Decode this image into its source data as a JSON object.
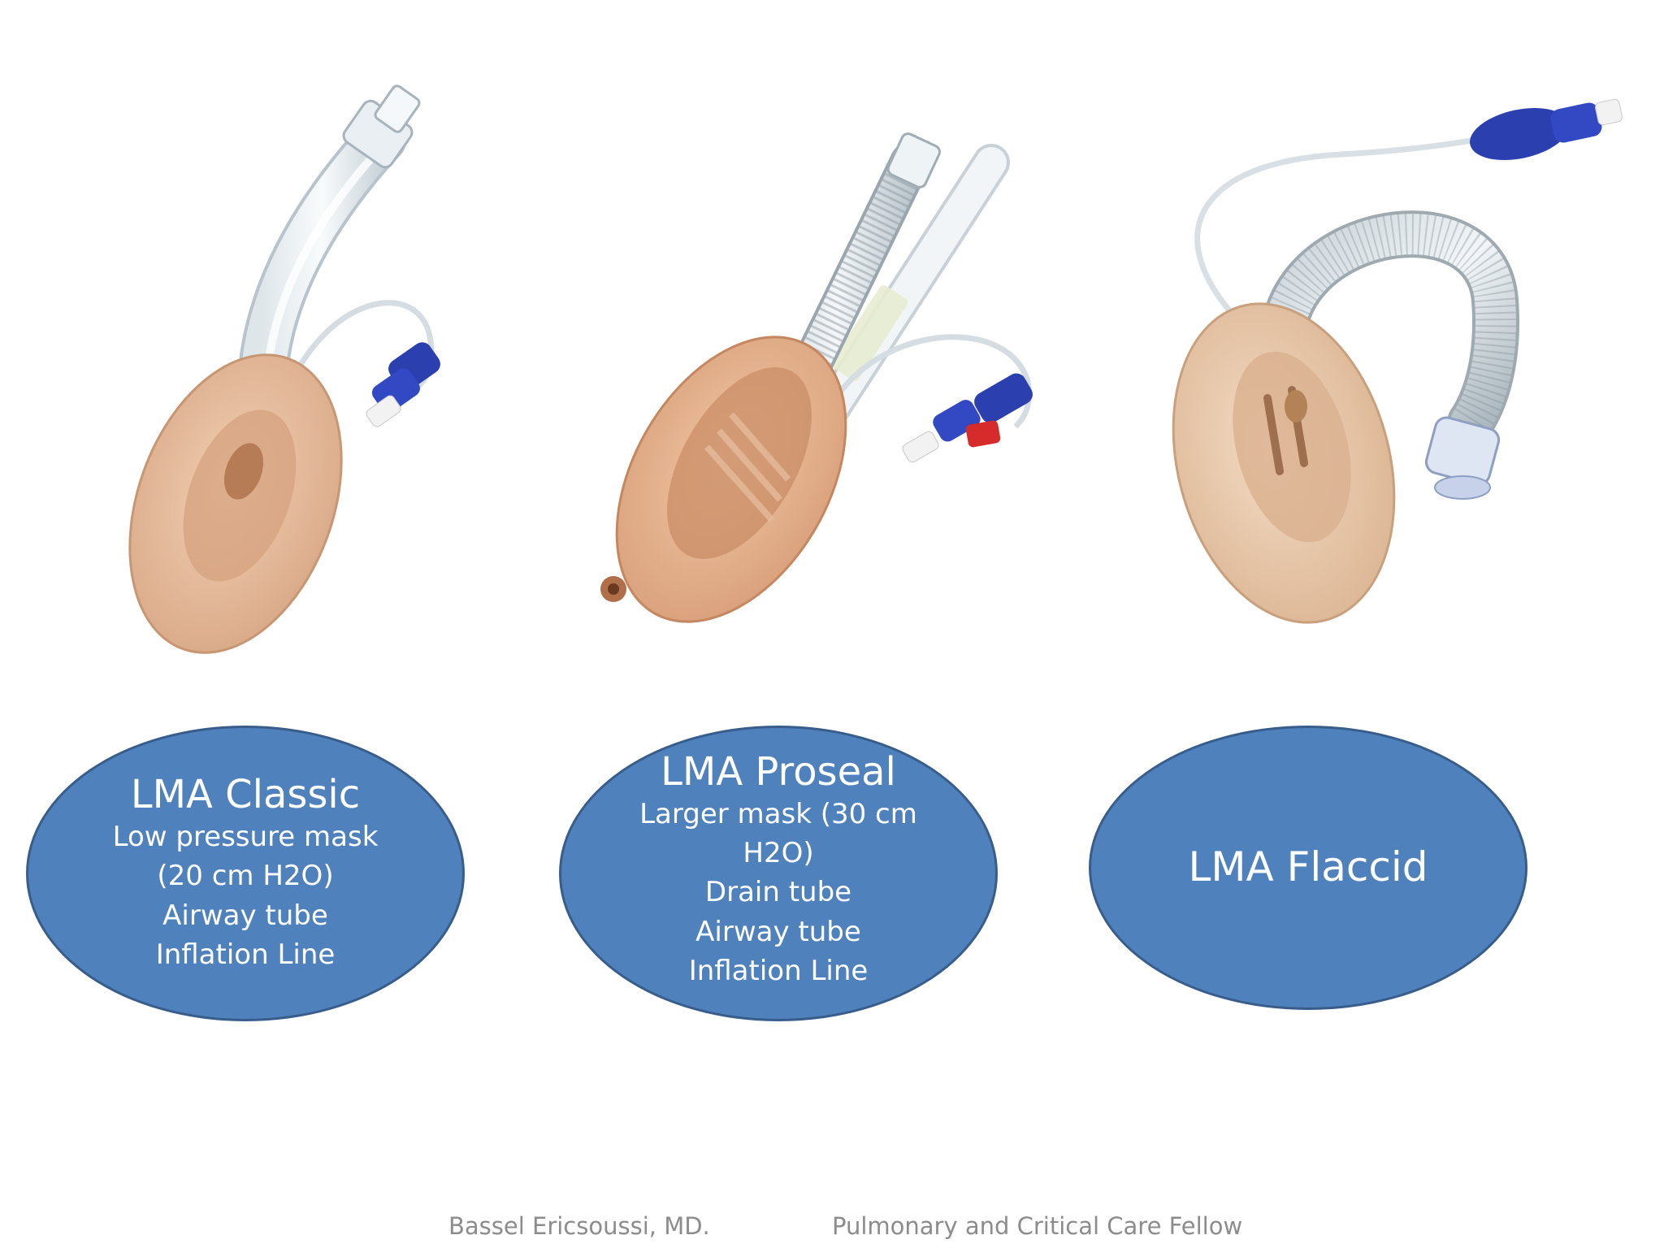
{
  "devices": [
    {
      "title": "LMA Classic",
      "lines": [
        "Low pressure mask",
        "(20 cm H2O)",
        "Airway tube",
        "Inflation Line"
      ]
    },
    {
      "title": "LMA Proseal",
      "lines": [
        "Larger mask (30 cm",
        "H2O)",
        "Drain tube",
        "Airway tube",
        "Inflation Line"
      ]
    },
    {
      "title": "LMA Flaccid",
      "lines": []
    }
  ],
  "footer": {
    "author": "Bassel Ericsoussi, MD.",
    "role": "Pulmonary and Critical Care Fellow"
  },
  "colors": {
    "oval_fill": "#4f81bd",
    "oval_border": "#385d8a",
    "mask_beige": "#e6bd9b",
    "connector_blue": "#2b3fae",
    "valve_red": "#d52b2b",
    "footer_text": "#8c8c8c"
  }
}
